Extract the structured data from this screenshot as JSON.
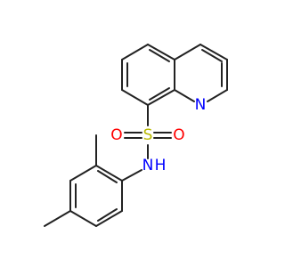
{
  "molecule": {
    "atoms": {
      "quinoline_n": {
        "symbol": "N",
        "color": "#0000ff"
      },
      "sulfur": {
        "symbol": "S",
        "color": "#b8b800"
      },
      "oxygen_left": {
        "symbol": "O",
        "color": "#ff0000"
      },
      "oxygen_right": {
        "symbol": "O",
        "color": "#ff0000"
      },
      "sulfonamide_n": {
        "symbol": "N",
        "color": "#0000ff"
      },
      "sulfonamide_h": {
        "symbol": "H",
        "color": "#0000ff"
      }
    },
    "bond_color": "#222222"
  }
}
